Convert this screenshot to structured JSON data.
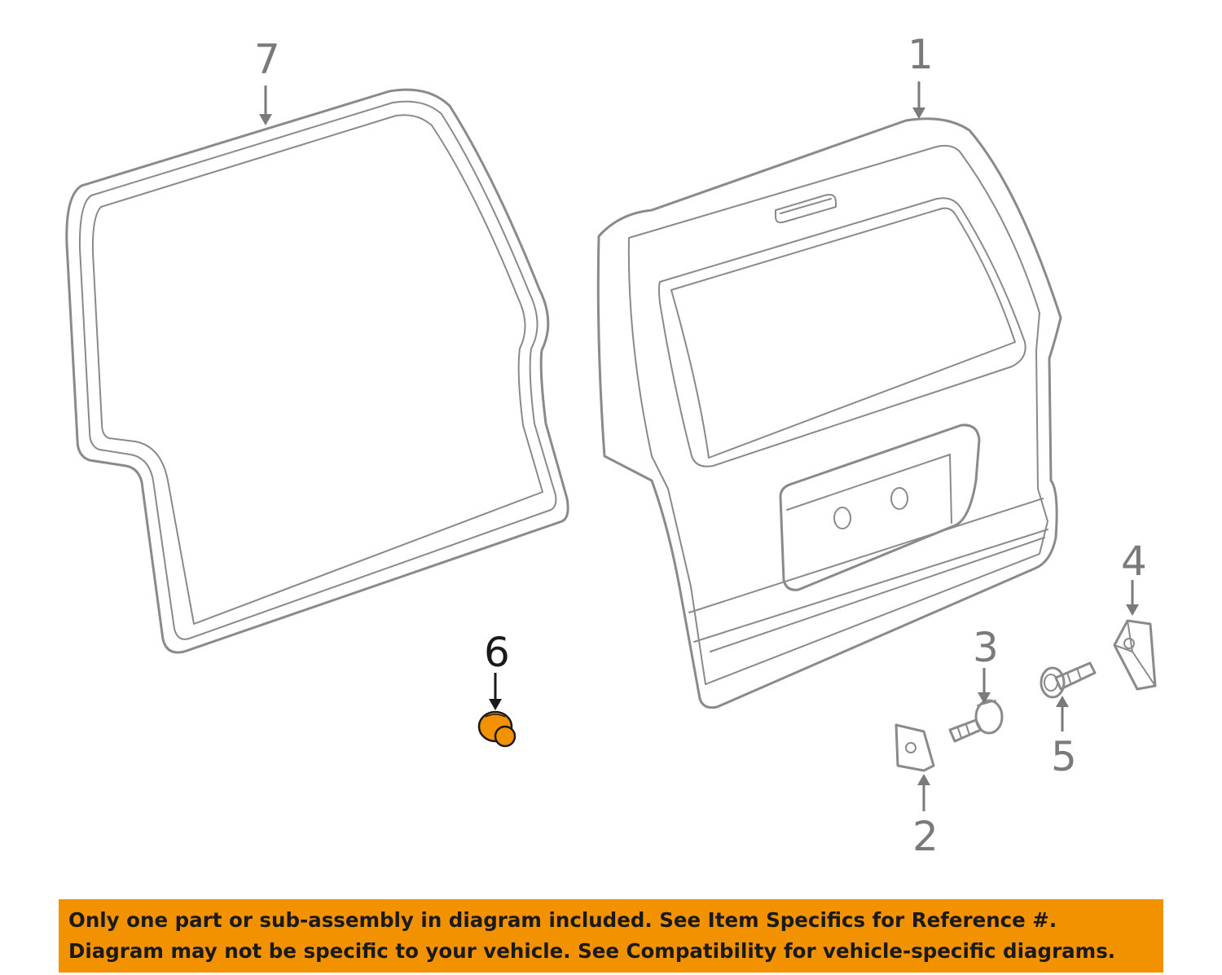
{
  "callouts": {
    "part1": "1",
    "part2": "2",
    "part3": "3",
    "part4": "4",
    "part5": "5",
    "part6": "6",
    "part7": "7"
  },
  "highlighted_part": "6",
  "colors": {
    "highlight": "#f39200",
    "banner": "#f39200",
    "line_art": "#8a8a8a"
  },
  "notice": {
    "line1": "Only one part or sub-assembly in diagram included. See Item Specifics for Reference #.",
    "line2": "Diagram may not be specific to your vehicle. See Compatibility for vehicle-specific diagrams."
  }
}
